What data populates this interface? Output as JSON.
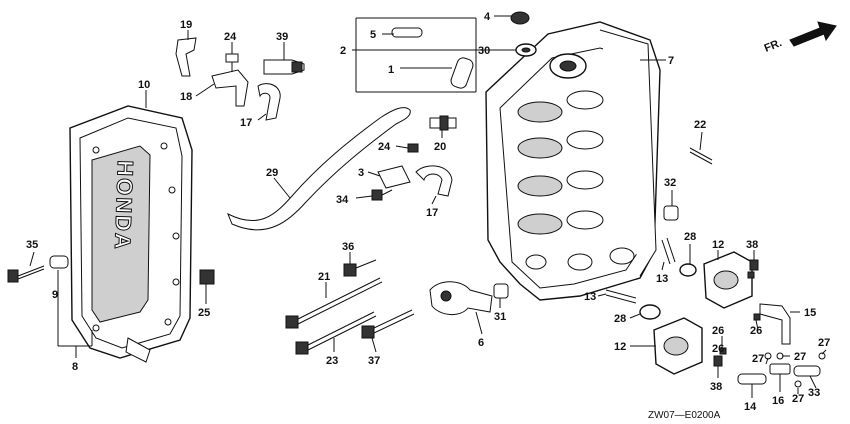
{
  "diagram_code": "ZW07—E0200A",
  "direction_label": "FR.",
  "cover_brand": "HONDA",
  "callouts": {
    "c1": "1",
    "c2": "2",
    "c3": "3",
    "c4": "4",
    "c5": "5",
    "c6": "6",
    "c7": "7",
    "c8": "8",
    "c9": "9",
    "c10": "10",
    "c12a": "12",
    "c12b": "12",
    "c13a": "13",
    "c13b": "13",
    "c14": "14",
    "c15": "15",
    "c16": "16",
    "c17a": "17",
    "c17b": "17",
    "c18": "18",
    "c19": "19",
    "c20": "20",
    "c21": "21",
    "c22": "22",
    "c23": "23",
    "c24a": "24",
    "c24b": "24",
    "c25": "25",
    "c26a": "26",
    "c26b": "26",
    "c26c": "26",
    "c27a": "27",
    "c27b": "27",
    "c27c": "27",
    "c27d": "27",
    "c28a": "28",
    "c28b": "28",
    "c29": "29",
    "c30": "30",
    "c31": "31",
    "c32": "32",
    "c33": "33",
    "c34": "34",
    "c35": "35",
    "c36": "36",
    "c37": "37",
    "c38a": "38",
    "c38b": "38",
    "c39": "39"
  }
}
